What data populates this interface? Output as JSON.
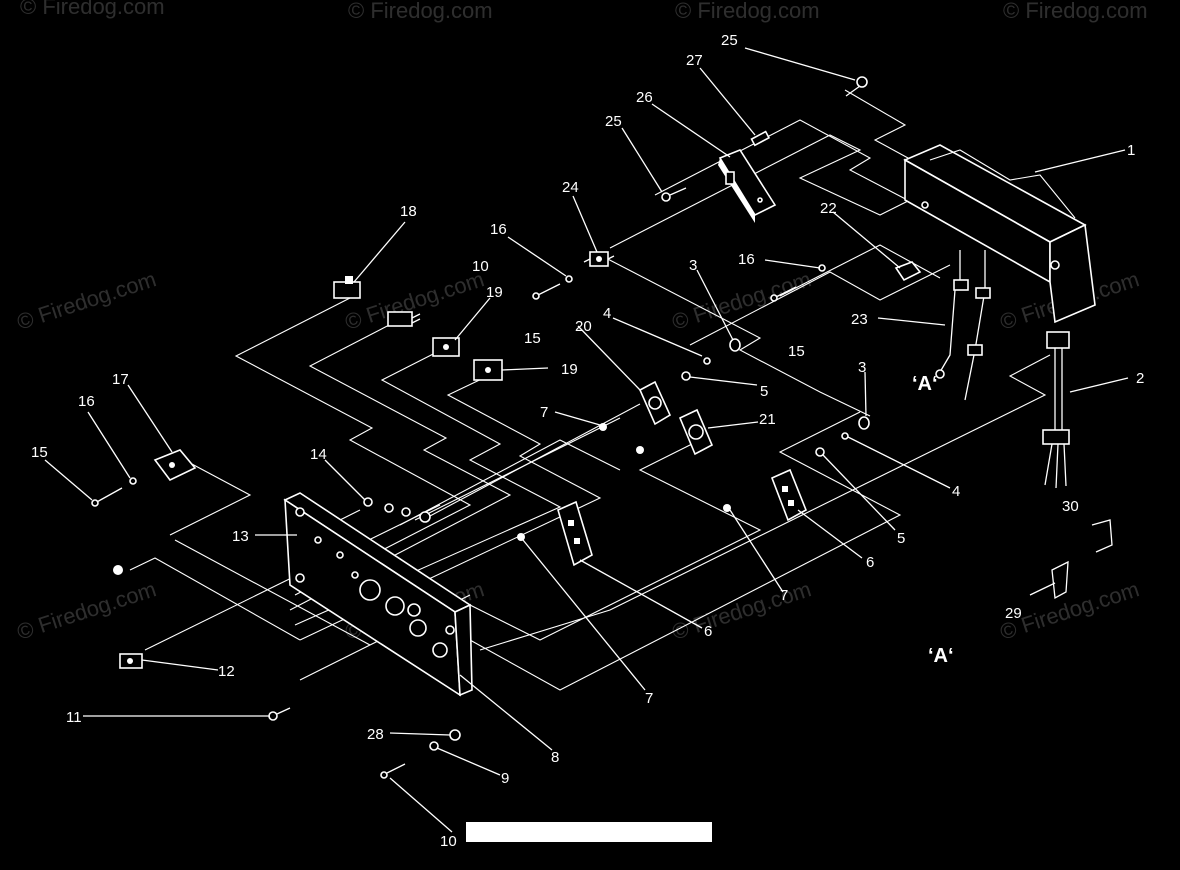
{
  "watermark": {
    "text": "© Firedog.com"
  },
  "callouts": [
    {
      "n": "1"
    },
    {
      "n": "2"
    },
    {
      "n": "3"
    },
    {
      "n": "3"
    },
    {
      "n": "4"
    },
    {
      "n": "4"
    },
    {
      "n": "5"
    },
    {
      "n": "5"
    },
    {
      "n": "6"
    },
    {
      "n": "6"
    },
    {
      "n": "7"
    },
    {
      "n": "7"
    },
    {
      "n": "7"
    },
    {
      "n": "8"
    },
    {
      "n": "9"
    },
    {
      "n": "10"
    },
    {
      "n": "10"
    },
    {
      "n": "11"
    },
    {
      "n": "12"
    },
    {
      "n": "13"
    },
    {
      "n": "14"
    },
    {
      "n": "15"
    },
    {
      "n": "15"
    },
    {
      "n": "15"
    },
    {
      "n": "16"
    },
    {
      "n": "16"
    },
    {
      "n": "16"
    },
    {
      "n": "17"
    },
    {
      "n": "18"
    },
    {
      "n": "19"
    },
    {
      "n": "19"
    },
    {
      "n": "20"
    },
    {
      "n": "21"
    },
    {
      "n": "22"
    },
    {
      "n": "23"
    },
    {
      "n": "24"
    },
    {
      "n": "25"
    },
    {
      "n": "25"
    },
    {
      "n": "26"
    },
    {
      "n": "27"
    },
    {
      "n": "28"
    },
    {
      "n": "29"
    },
    {
      "n": "30"
    }
  ],
  "detail_label_a": "‘A‘",
  "detail_label_b": "‘A‘"
}
